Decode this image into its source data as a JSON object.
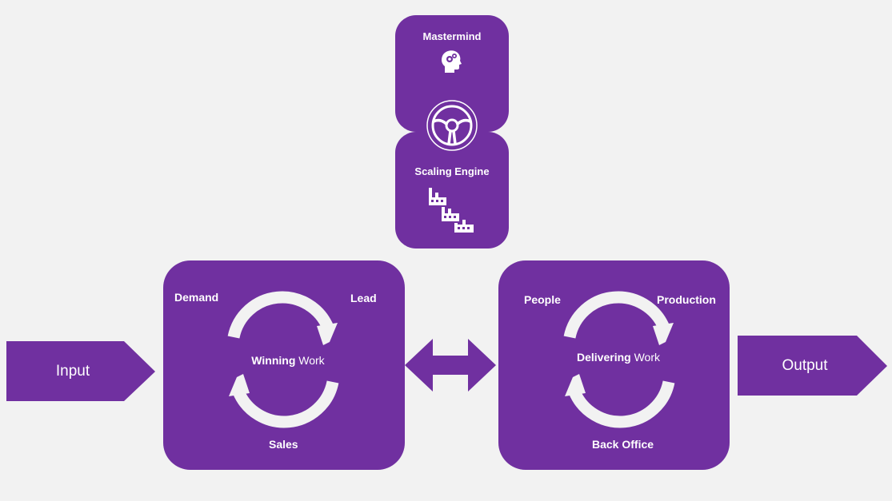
{
  "colors": {
    "primary": "#7030a0",
    "background": "#f2f2f2",
    "foreground": "#ffffff"
  },
  "top_stack": {
    "mastermind": {
      "label": "Mastermind",
      "icon": "head-gears-icon"
    },
    "connector_icon": "steering-wheel-icon",
    "scaling_engine": {
      "label": "Scaling Engine",
      "icon": "factory-stairs-icon"
    }
  },
  "input_arrow": {
    "label": "Input"
  },
  "output_arrow": {
    "label": "Output"
  },
  "connector_arrow": {
    "icon": "double-arrow-icon"
  },
  "winning_work": {
    "title_bold": "Winning",
    "title_rest": " Work",
    "top_left": "Demand",
    "top_right": "Lead",
    "bottom": "Sales",
    "icon": "cycle-arrows-icon"
  },
  "delivering_work": {
    "title_bold": "Delivering",
    "title_rest": " Work",
    "top_left": "People",
    "top_right": "Production",
    "bottom": "Back Office",
    "icon": "cycle-arrows-icon"
  }
}
